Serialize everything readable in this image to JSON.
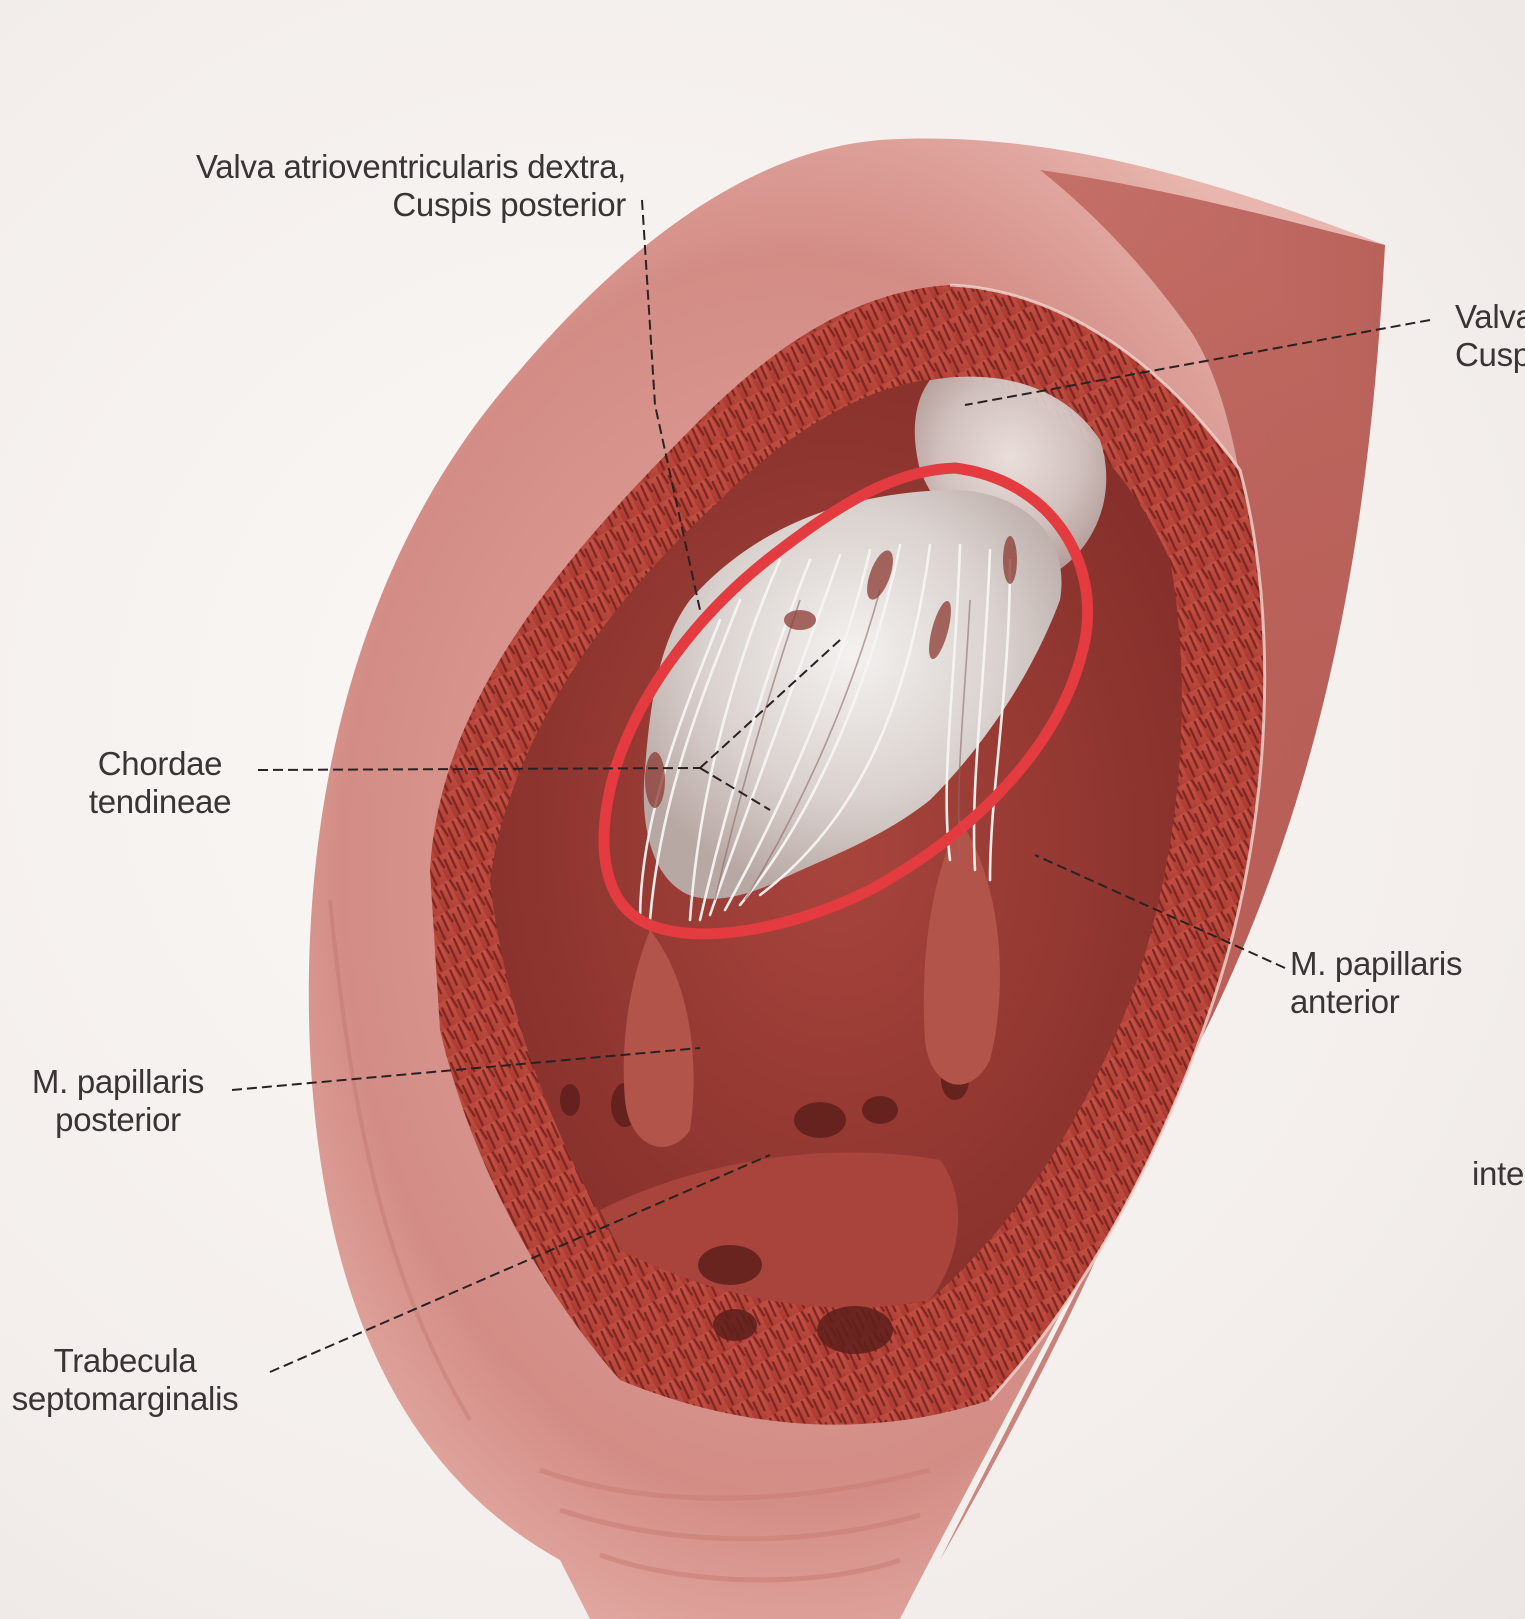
{
  "labels": {
    "valva_posterior": {
      "line1": "Valva atrioventricularis dextra,",
      "line2": "Cuspis posterior"
    },
    "valva_right_cut": {
      "line1": "Valva",
      "line2": "Cusp"
    },
    "chordae": {
      "line1": "Chordae",
      "line2": "tendineae"
    },
    "papillaris_anterior": {
      "line1": "M. papillaris",
      "line2": "anterior"
    },
    "papillaris_posterior": {
      "line1": "M. papillaris",
      "line2": "posterior"
    },
    "inter_cut": {
      "line1": "inte"
    },
    "trabecula": {
      "line1": "Trabecula",
      "line2": "septomarginalis"
    }
  },
  "colors": {
    "outer_wall": "#d9958e",
    "myocardium": "#b94a40",
    "cavity": "#9e3b34",
    "tendon": "#e9e4e1",
    "highlight_ring": "#e33b3f",
    "leader_line": "#2a2222"
  }
}
